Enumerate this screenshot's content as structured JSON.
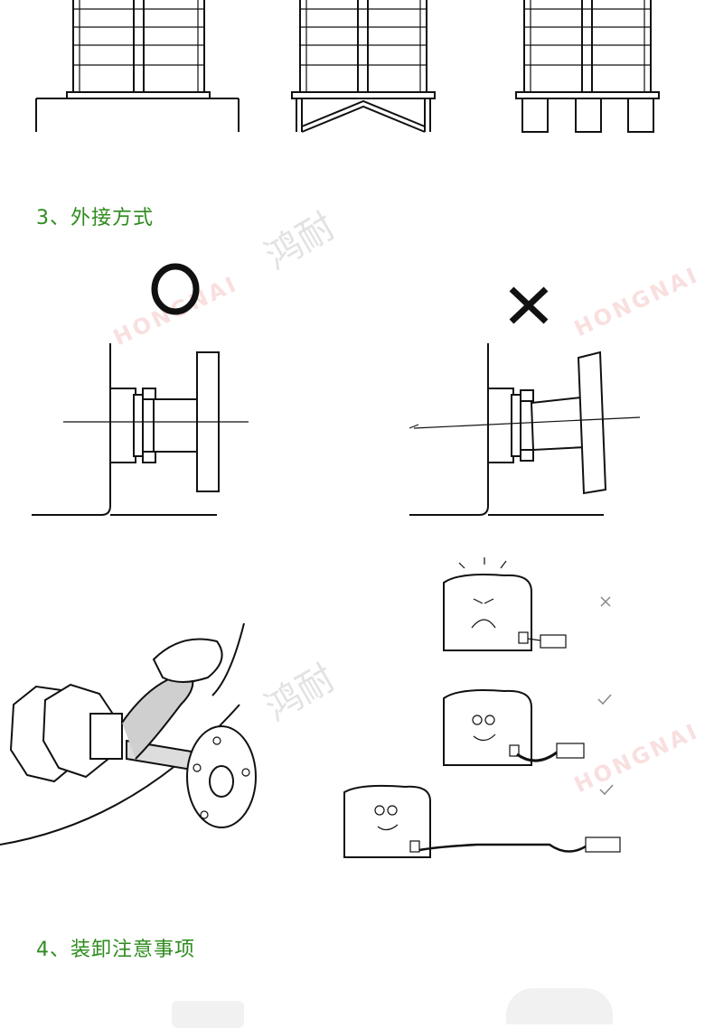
{
  "sections": {
    "section3_title": "3、外接方式",
    "section4_title": "4、装卸注意事项"
  },
  "watermarks": {
    "brand_cn": "鸿耐",
    "brand_en": "HONGNAI"
  },
  "icons": {
    "correct_mark": "circle-o-icon",
    "wrong_mark": "cross-x-icon",
    "check_small": "check-icon",
    "cross_small": "cross-icon"
  },
  "colors": {
    "heading": "#2e8b1e",
    "line": "#111111"
  }
}
